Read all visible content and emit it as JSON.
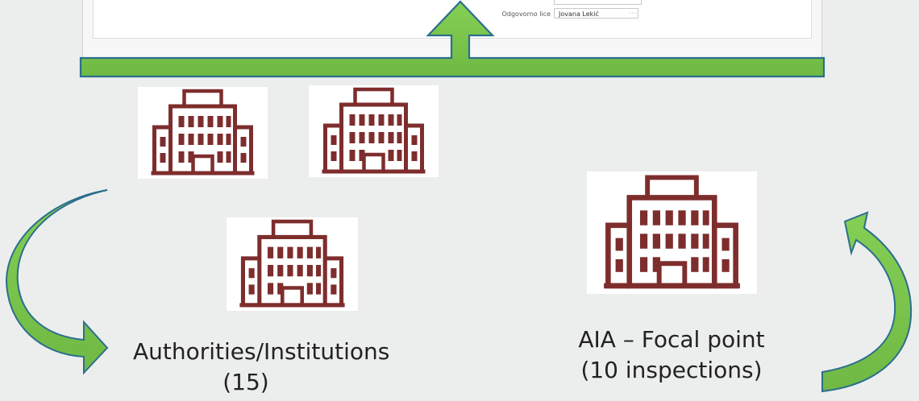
{
  "form": {
    "responsible_label": "Odgovorno lice",
    "responsible_value": "Jovana Lekić",
    "more_button": "···"
  },
  "captions": {
    "authorities_line1": "Authorities/Institutions",
    "authorities_line2": "(15)",
    "aia_line1": "AIA – Focal point",
    "aia_line2": "(10 inspections)"
  },
  "icons": {
    "building": "building-icon",
    "arrow": "arrow-up-icon",
    "curved_arrow": "curved-arrow-icon"
  },
  "colors": {
    "building": "#7e2d2d",
    "arrow_fill": "#7cc64d",
    "arrow_outline": "#2b6f8c",
    "background": "#eceeed"
  }
}
